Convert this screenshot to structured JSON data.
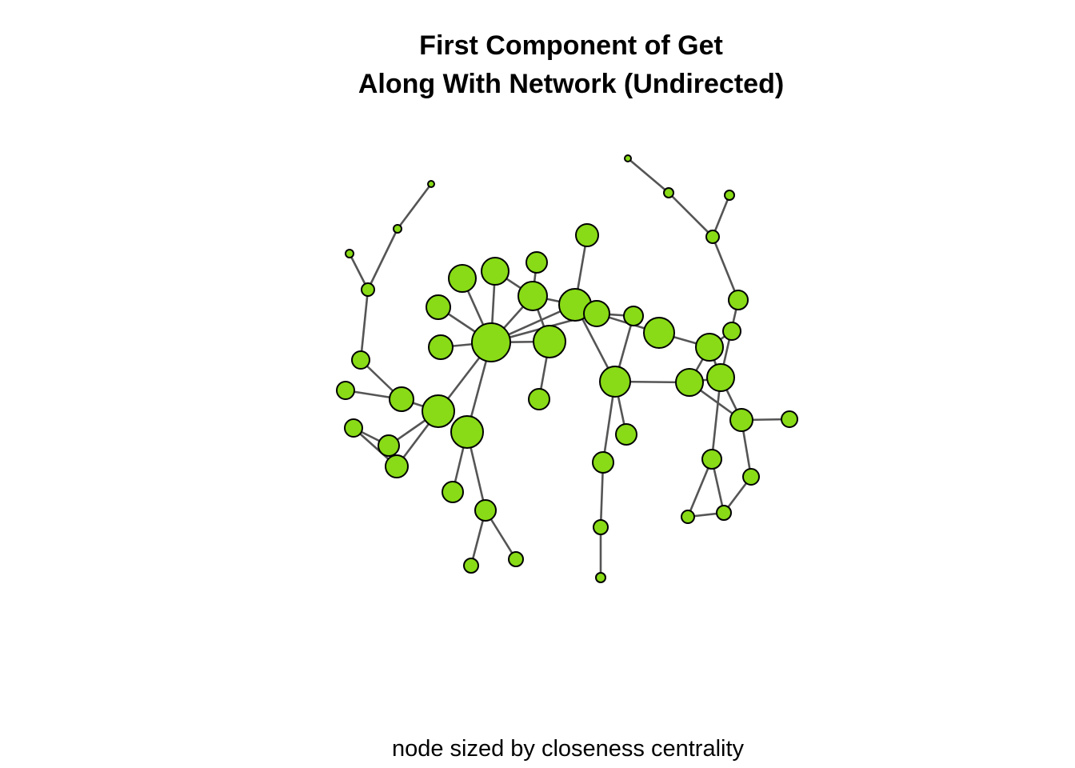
{
  "title": {
    "line1": "First Component of Get",
    "line2": "Along With Network (Undirected)"
  },
  "caption": "node sized by closeness centrality",
  "style": {
    "node_fill": "#88DB16",
    "node_stroke": "#000000",
    "edge_color": "#555555"
  },
  "network": {
    "node_count": 50,
    "edge_count": 57,
    "sizing": "closeness centrality"
  }
}
